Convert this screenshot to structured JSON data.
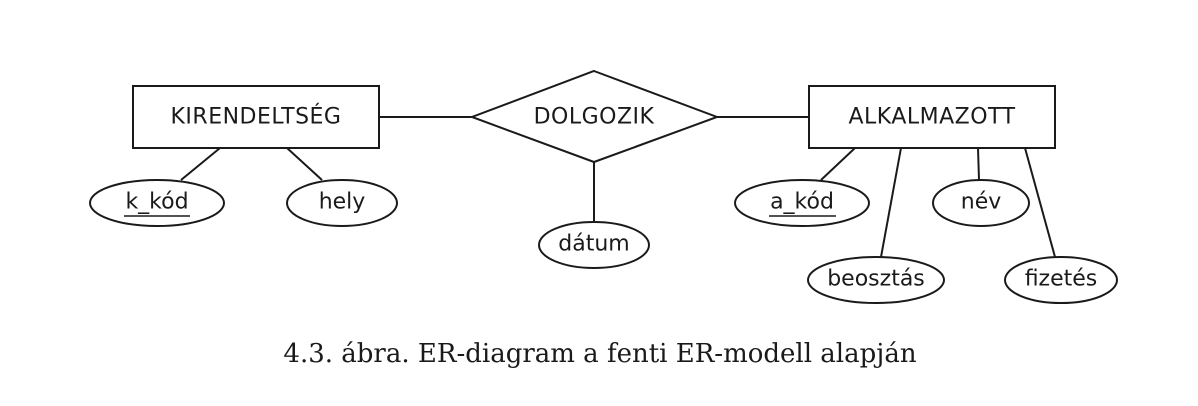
{
  "entities": [
    {
      "id": "kirendeltseg",
      "label": "KIRENDELTSÉG"
    },
    {
      "id": "alkalmazott",
      "label": "ALKALMAZOTT"
    }
  ],
  "relationships": [
    {
      "id": "dolgozik",
      "label": "DOLGOZIK",
      "connects": [
        "kirendeltseg",
        "alkalmazott"
      ]
    }
  ],
  "attributes": [
    {
      "id": "k_kod",
      "label": "k_kód",
      "of": "kirendeltseg",
      "key": true
    },
    {
      "id": "hely",
      "label": "hely",
      "of": "kirendeltseg",
      "key": false
    },
    {
      "id": "datum",
      "label": "dátum",
      "of": "dolgozik",
      "key": false
    },
    {
      "id": "a_kod",
      "label": "a_kód",
      "of": "alkalmazott",
      "key": true
    },
    {
      "id": "nev",
      "label": "név",
      "of": "alkalmazott",
      "key": false
    },
    {
      "id": "beosztas",
      "label": "beosztás",
      "of": "alkalmazott",
      "key": false
    },
    {
      "id": "fizetes",
      "label": "fizetés",
      "of": "alkalmazott",
      "key": false
    }
  ],
  "caption": "4.3. ábra. ER-diagram a fenti ER-modell alapján"
}
